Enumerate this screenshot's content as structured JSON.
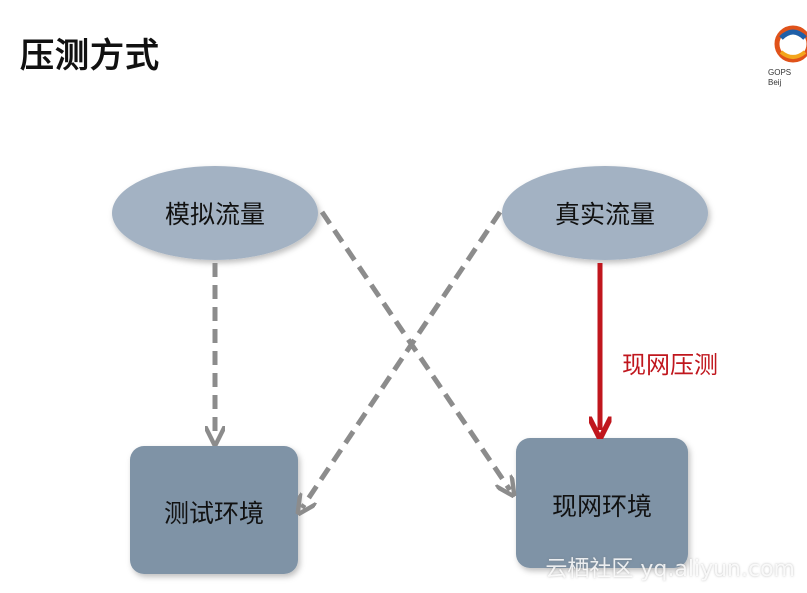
{
  "slide": {
    "title": "压测方式"
  },
  "logo": {
    "line1": "GOPS",
    "line2": "Beij"
  },
  "nodes": {
    "simulated_traffic": "模拟流量",
    "real_traffic": "真实流量",
    "test_env": "测试环境",
    "prod_env": "现网环境"
  },
  "edges": {
    "prod_stress_label": "现网压测"
  },
  "colors": {
    "node_fill": "#7f93a6",
    "ellipse_fill": "#a3b2c3",
    "dashed_arrow": "#8c8c8c",
    "solid_arrow": "#c0161d"
  },
  "watermark": "云栖社区 yq.aliyun.com"
}
